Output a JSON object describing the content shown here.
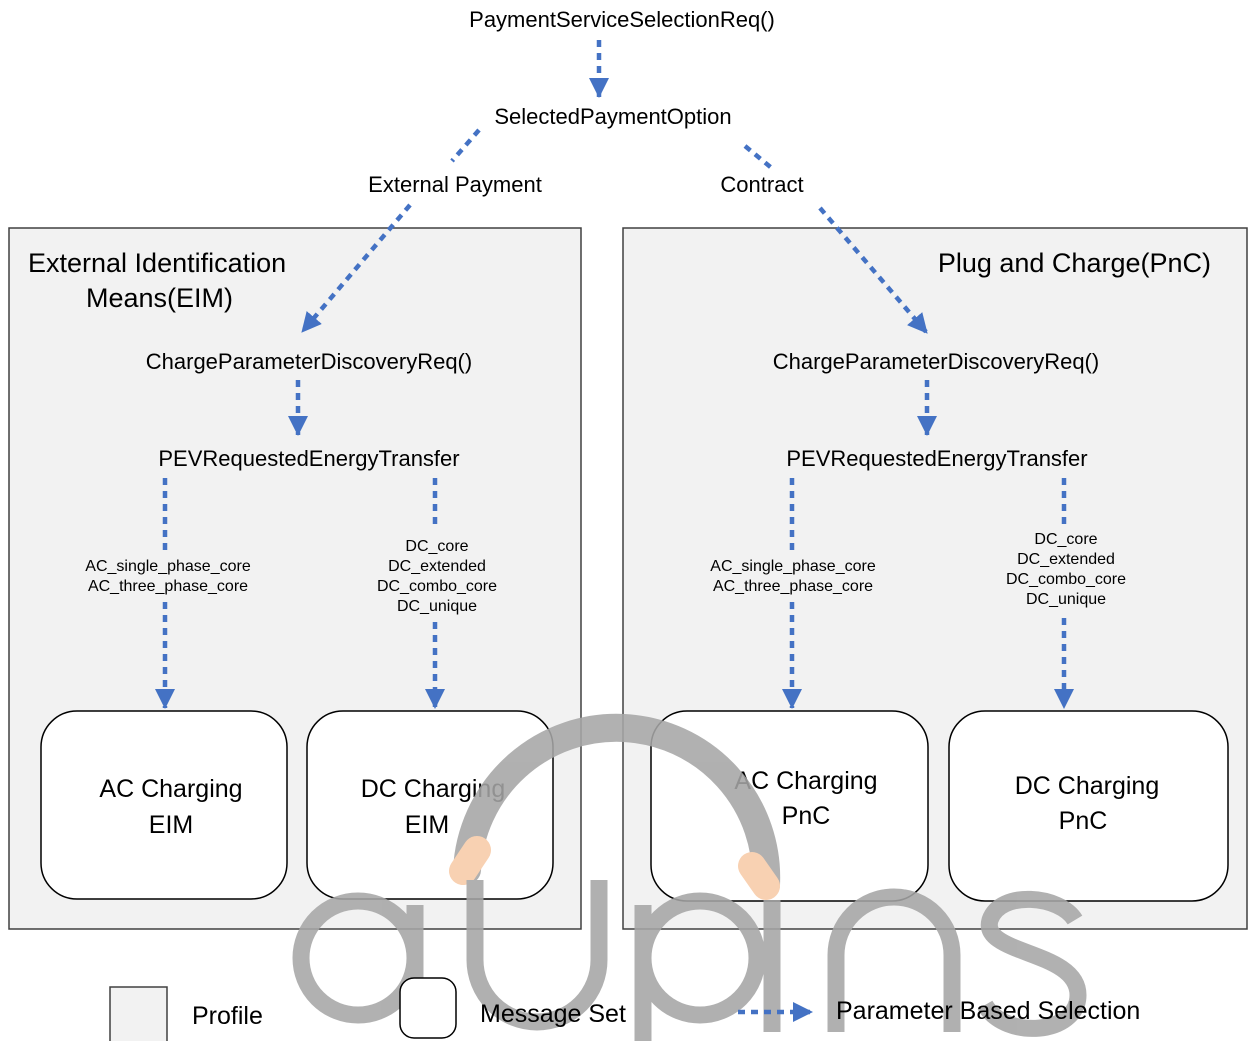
{
  "colors": {
    "arrow": "#4472c4",
    "profile_fill": "#f2f2f2",
    "watermark": "#a6a6a6",
    "watermark_accent": "#f8cba8"
  },
  "top": {
    "request": "PaymentServiceSelectionReq()",
    "parameter": "SelectedPaymentOption",
    "branch_left": "External Payment",
    "branch_right": "Contract"
  },
  "eim": {
    "title_line1": "External Identification",
    "title_line2": "Means(EIM)",
    "request": "ChargeParameterDiscoveryReq()",
    "parameter": "PEVRequestedEnergyTransfer",
    "ac_options": [
      "AC_single_phase_core",
      "AC_three_phase_core"
    ],
    "dc_options": [
      "DC_core",
      "DC_extended",
      "DC_combo_core",
      "DC_unique"
    ],
    "ac_set": [
      "AC Charging",
      "EIM"
    ],
    "dc_set": [
      "DC Charging",
      "EIM"
    ]
  },
  "pnc": {
    "title": "Plug and Charge(PnC)",
    "request": "ChargeParameterDiscoveryReq()",
    "parameter": "PEVRequestedEnergyTransfer",
    "ac_options": [
      "AC_single_phase_core",
      "AC_three_phase_core"
    ],
    "dc_options": [
      "DC_core",
      "DC_extended",
      "DC_combo_core",
      "DC_unique"
    ],
    "ac_set": [
      "AC Charging",
      "PnC"
    ],
    "dc_set": [
      "DC Charging",
      "PnC"
    ]
  },
  "legend": {
    "profile": "Profile",
    "message_set": "Message Set",
    "parameter_selection": "Parameter Based Selection"
  },
  "watermark": {
    "text": "aupins",
    "icon": "aupins-logo"
  }
}
